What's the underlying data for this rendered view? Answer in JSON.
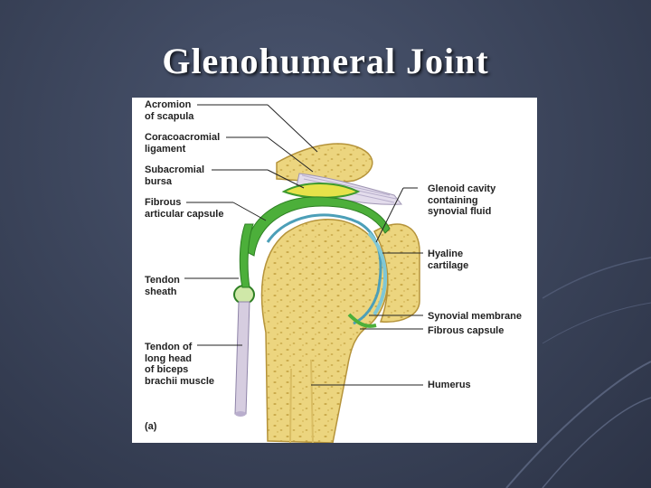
{
  "slide": {
    "title": "Glenohumeral Joint"
  },
  "figure": {
    "panel_label": "(a)",
    "labels_left": [
      {
        "id": "acromion",
        "text": "Acromion\nof scapula"
      },
      {
        "id": "coracoacromial",
        "text": "Coracoacromial\nligament"
      },
      {
        "id": "subacromial",
        "text": "Subacromial\nbursa"
      },
      {
        "id": "fibrous_articular",
        "text": "Fibrous\narticular capsule"
      },
      {
        "id": "tendon_sheath",
        "text": "Tendon\nsheath"
      },
      {
        "id": "biceps_tendon",
        "text": "Tendon of\nlong head\nof biceps\nbrachii muscle"
      }
    ],
    "labels_right": [
      {
        "id": "glenoid",
        "text": "Glenoid cavity\ncontaining\nsynovial fluid"
      },
      {
        "id": "hyaline",
        "text": "Hyaline\ncartilage"
      },
      {
        "id": "synovial_membrane",
        "text": "Synovial membrane"
      },
      {
        "id": "fibrous_capsule",
        "text": "Fibrous capsule"
      },
      {
        "id": "humerus",
        "text": "Humerus"
      }
    ]
  }
}
